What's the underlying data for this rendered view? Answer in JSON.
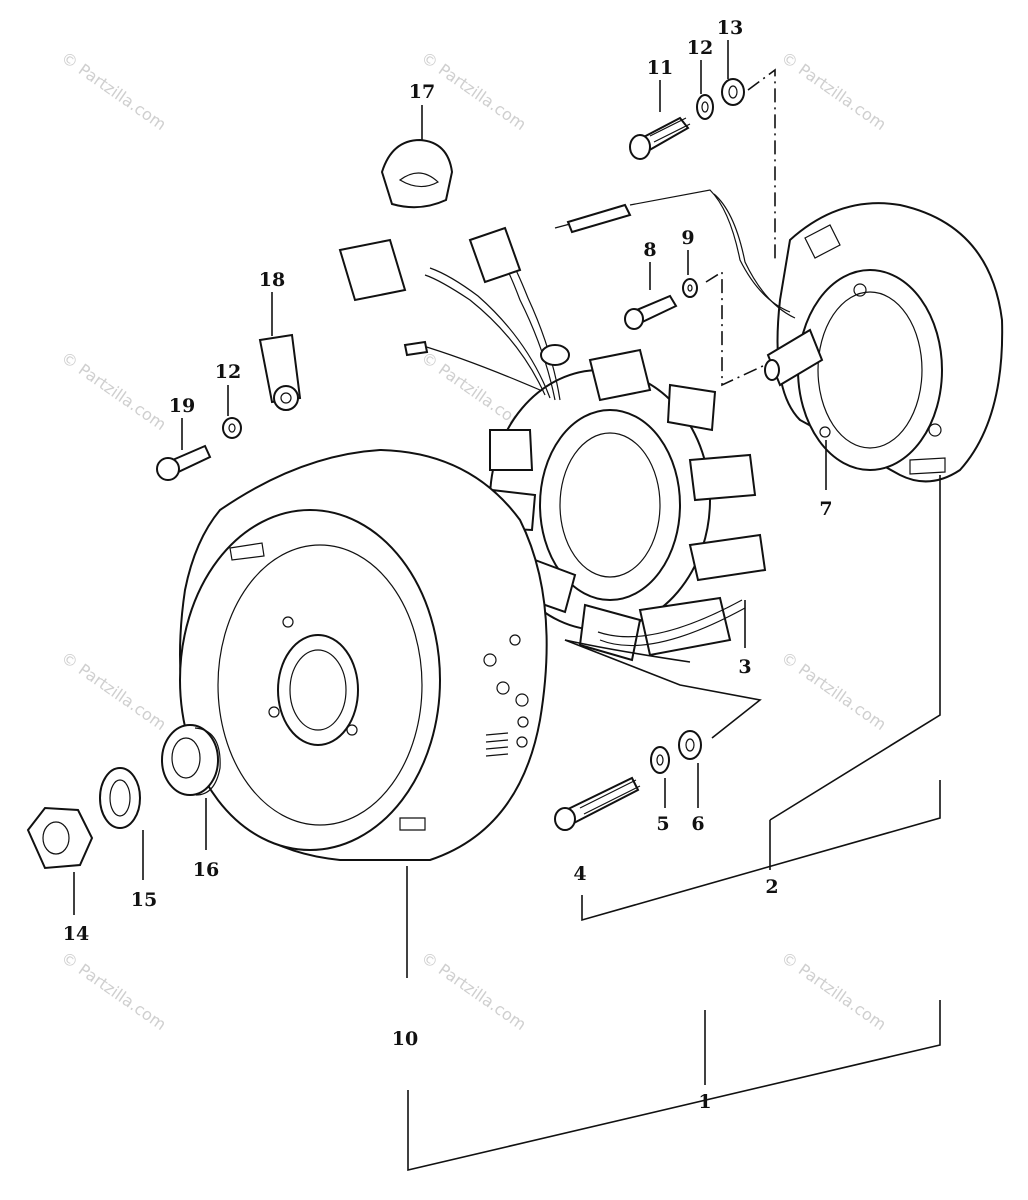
{
  "watermark": "© Partzilla.com",
  "parts": [
    {
      "id": "p1",
      "label": "1"
    },
    {
      "id": "p2",
      "label": "2"
    },
    {
      "id": "p3",
      "label": "3"
    },
    {
      "id": "p4",
      "label": "4"
    },
    {
      "id": "p5",
      "label": "5"
    },
    {
      "id": "p6",
      "label": "6"
    },
    {
      "id": "p7",
      "label": "7"
    },
    {
      "id": "p8",
      "label": "8"
    },
    {
      "id": "p9",
      "label": "9"
    },
    {
      "id": "p10",
      "label": "10"
    },
    {
      "id": "p11",
      "label": "11"
    },
    {
      "id": "p12a",
      "label": "12"
    },
    {
      "id": "p12b",
      "label": "12"
    },
    {
      "id": "p13",
      "label": "13"
    },
    {
      "id": "p14",
      "label": "14"
    },
    {
      "id": "p15",
      "label": "15"
    },
    {
      "id": "p16",
      "label": "16"
    },
    {
      "id": "p17",
      "label": "17"
    },
    {
      "id": "p18",
      "label": "18"
    },
    {
      "id": "p19",
      "label": "19"
    }
  ]
}
